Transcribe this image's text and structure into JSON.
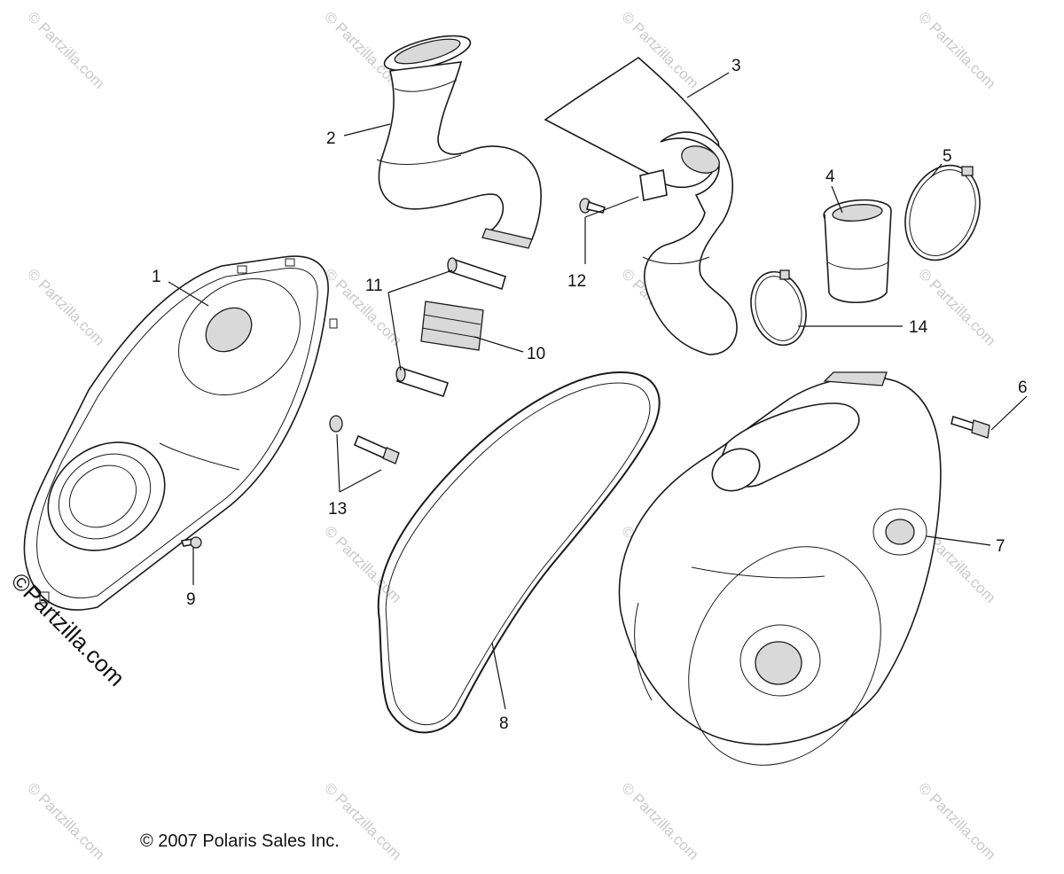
{
  "diagram": {
    "callouts": [
      "1",
      "2",
      "3",
      "4",
      "5",
      "6",
      "7",
      "8",
      "9",
      "10",
      "11",
      "12",
      "13",
      "14"
    ],
    "copyright": "© 2007 Polaris Sales Inc.",
    "watermark": "© Partzilla.com",
    "side_watermark": "©Partzilla.com"
  }
}
